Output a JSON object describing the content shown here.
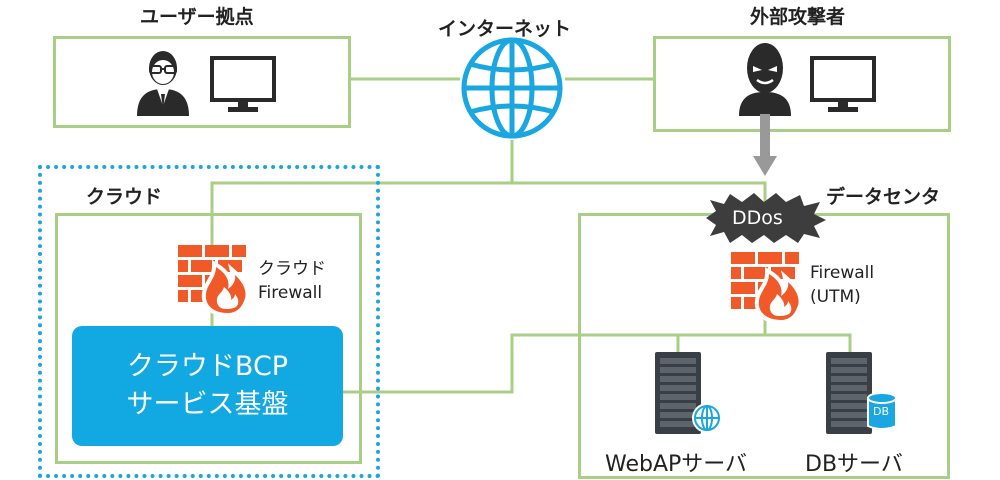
{
  "sites": {
    "user": "ユーザー拠点",
    "internet": "インターネット",
    "attacker": "外部攻撃者",
    "cloud": "クラウド",
    "datacenter": "データセンタ"
  },
  "cloud_firewall": {
    "line1": "クラウド",
    "line2": "Firewall"
  },
  "dc_firewall": {
    "line1": "Firewall",
    "line2": "(UTM)"
  },
  "ddos": "DDos",
  "bcp": {
    "line1": "クラウドBCP",
    "line2": "サービス基盤"
  },
  "servers": {
    "web": "WebAPサーバ",
    "db": "DBサーバ",
    "db_badge": "DB"
  },
  "colors": {
    "line": "#a9cf86",
    "accent": "#1aa6e0",
    "firewall": "#f05a28",
    "server": "#3a3f45"
  }
}
